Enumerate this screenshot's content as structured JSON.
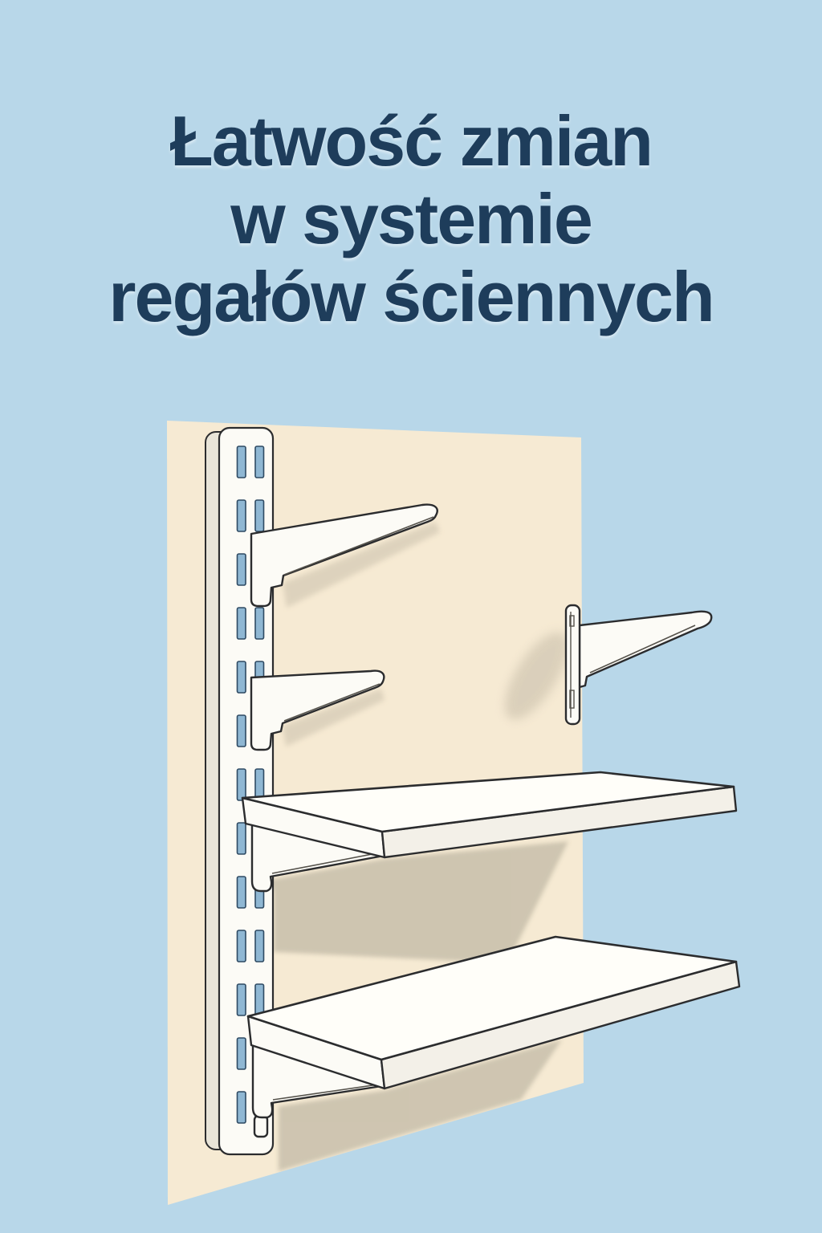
{
  "title": {
    "line1": "Łatwość zmian",
    "line2": "w systemie",
    "line3": "regałów ściennych"
  },
  "colors": {
    "background": "#b8d7e9",
    "title_text": "#1e3d5b",
    "wall_panel": "#f6ead3",
    "cast_shadow": "#cbc2ae",
    "outline": "#2b2c2e",
    "hardware_white": "#fcfbf6",
    "rail_slot": "#8fb7d3"
  }
}
